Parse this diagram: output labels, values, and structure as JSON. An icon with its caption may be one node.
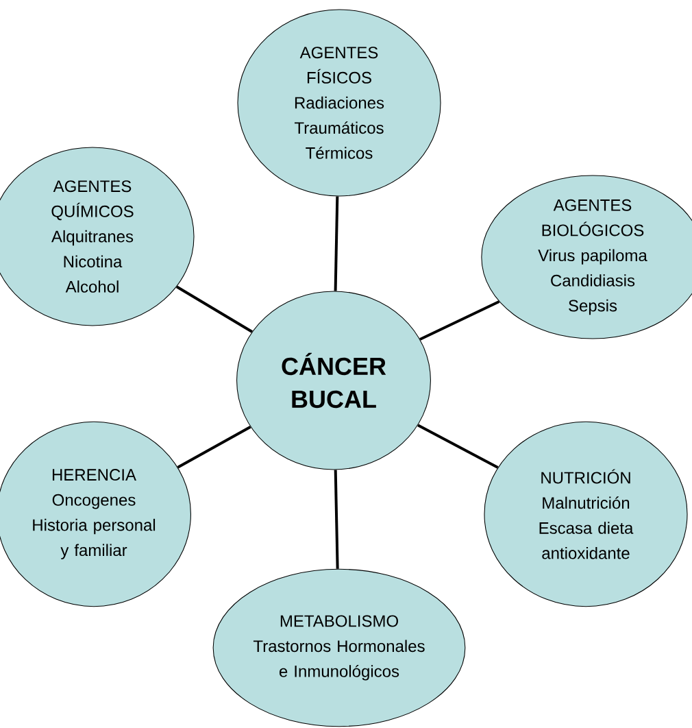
{
  "diagram": {
    "nodes": [
      {
        "text": [
          "AGENTES FÍSICOS",
          "Radiaciones",
          "Traumáticos",
          "Térmicos"
        ]
      },
      {
        "text": [
          "AGENTES QUÍMICOS",
          "Alquitranes",
          "Nicotina",
          "Alcohol"
        ]
      },
      {
        "text": [
          "AGENTES BIOLÓGICOS",
          "Virus papiloma",
          "Candidiasis",
          "Sepsis"
        ]
      },
      {
        "text": [
          "CÁNCER BUCAL"
        ]
      },
      {
        "text": [
          "HERENCIA",
          "Oncogenes",
          "Historia personal y familiar"
        ]
      },
      {
        "text": [
          "NUTRICIÓN",
          "Malnutrición",
          "Escasa dieta antioxidante"
        ]
      },
      {
        "text": [
          "METABOLISMO",
          "Trastornos Hormonales e Inmunológicos"
        ]
      }
    ],
    "edges": [
      {
        "from": 3,
        "to": 0,
        "arrow": "none"
      },
      {
        "from": 3,
        "to": 1,
        "arrow": "none"
      },
      {
        "from": 3,
        "to": 2,
        "arrow": "none"
      },
      {
        "from": 3,
        "to": 4,
        "arrow": "none"
      },
      {
        "from": 3,
        "to": 5,
        "arrow": "none"
      },
      {
        "from": 3,
        "to": 6,
        "arrow": "none"
      }
    ]
  }
}
